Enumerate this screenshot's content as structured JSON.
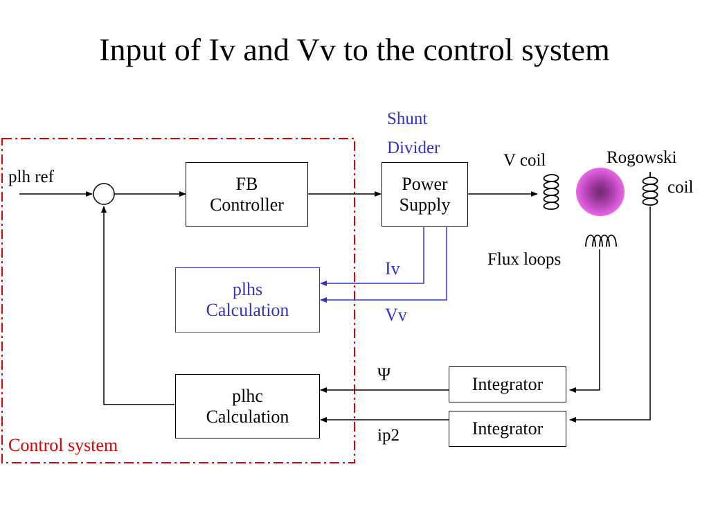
{
  "title": "Input of Iv and Vv to the control system",
  "labels": {
    "plh_ref": "plh ref",
    "shunt_divider_line1": "Shunt",
    "shunt_divider_line2": "Divider",
    "v_coil": "V coil",
    "rogowski_line1": "Rogowski",
    "rogowski_line2": "coil",
    "flux_loops": "Flux loops",
    "iv": "Iv",
    "vv": "Vv",
    "psi": "Ψ",
    "ip2": "ip2",
    "control_system": "Control system"
  },
  "boxes": {
    "fb_controller": [
      "FB",
      "Controller"
    ],
    "power_supply": [
      "Power",
      "Supply"
    ],
    "plhs_calculation": [
      "plhs",
      "Calculation"
    ],
    "plhc_calculation": [
      "plhc",
      "Calculation"
    ],
    "integrator_top": "Integrator",
    "integrator_bottom": "Integrator"
  },
  "colors": {
    "signal_blue": "#3333cc",
    "control_system_red": "#e00000",
    "plasma_magenta": "#e060e0"
  }
}
